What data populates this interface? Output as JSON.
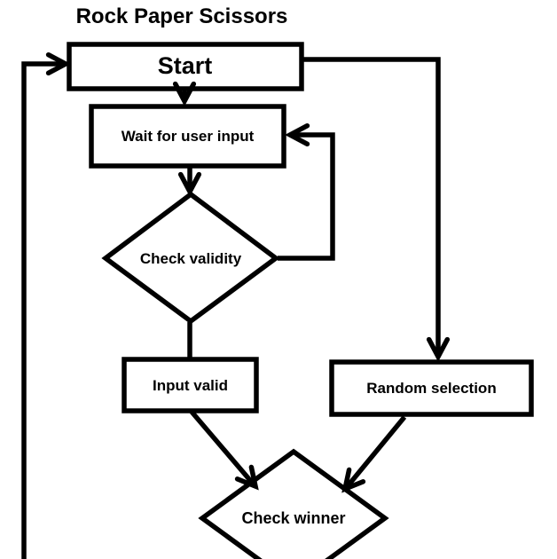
{
  "page": {
    "background_color": "#ffffff",
    "line_color": "#000000"
  },
  "diagram": {
    "title": "Rock Paper Scissors",
    "nodes": {
      "start": {
        "type": "process",
        "label": "Start"
      },
      "wait_input": {
        "type": "process",
        "label": "Wait for user input"
      },
      "check_validity": {
        "type": "decision",
        "label": "Check validity"
      },
      "input_valid": {
        "type": "process",
        "label": "Input valid"
      },
      "random_selection": {
        "type": "process",
        "label": "Random selection"
      },
      "check_winner": {
        "type": "decision",
        "label": "Check winner"
      }
    },
    "edges": [
      {
        "from": "bottom-left-loop",
        "to": "start",
        "arrow": true
      },
      {
        "from": "start",
        "to": "wait_input",
        "arrow": true
      },
      {
        "from": "start",
        "to": "random_selection",
        "arrow": true
      },
      {
        "from": "wait_input",
        "to": "check_validity",
        "arrow": true
      },
      {
        "from": "check_validity",
        "to": "wait_input",
        "arrow": true
      },
      {
        "from": "check_validity",
        "to": "input_valid",
        "arrow": false
      },
      {
        "from": "input_valid",
        "to": "check_winner",
        "arrow": true
      },
      {
        "from": "random_selection",
        "to": "check_winner",
        "arrow": true
      }
    ]
  }
}
